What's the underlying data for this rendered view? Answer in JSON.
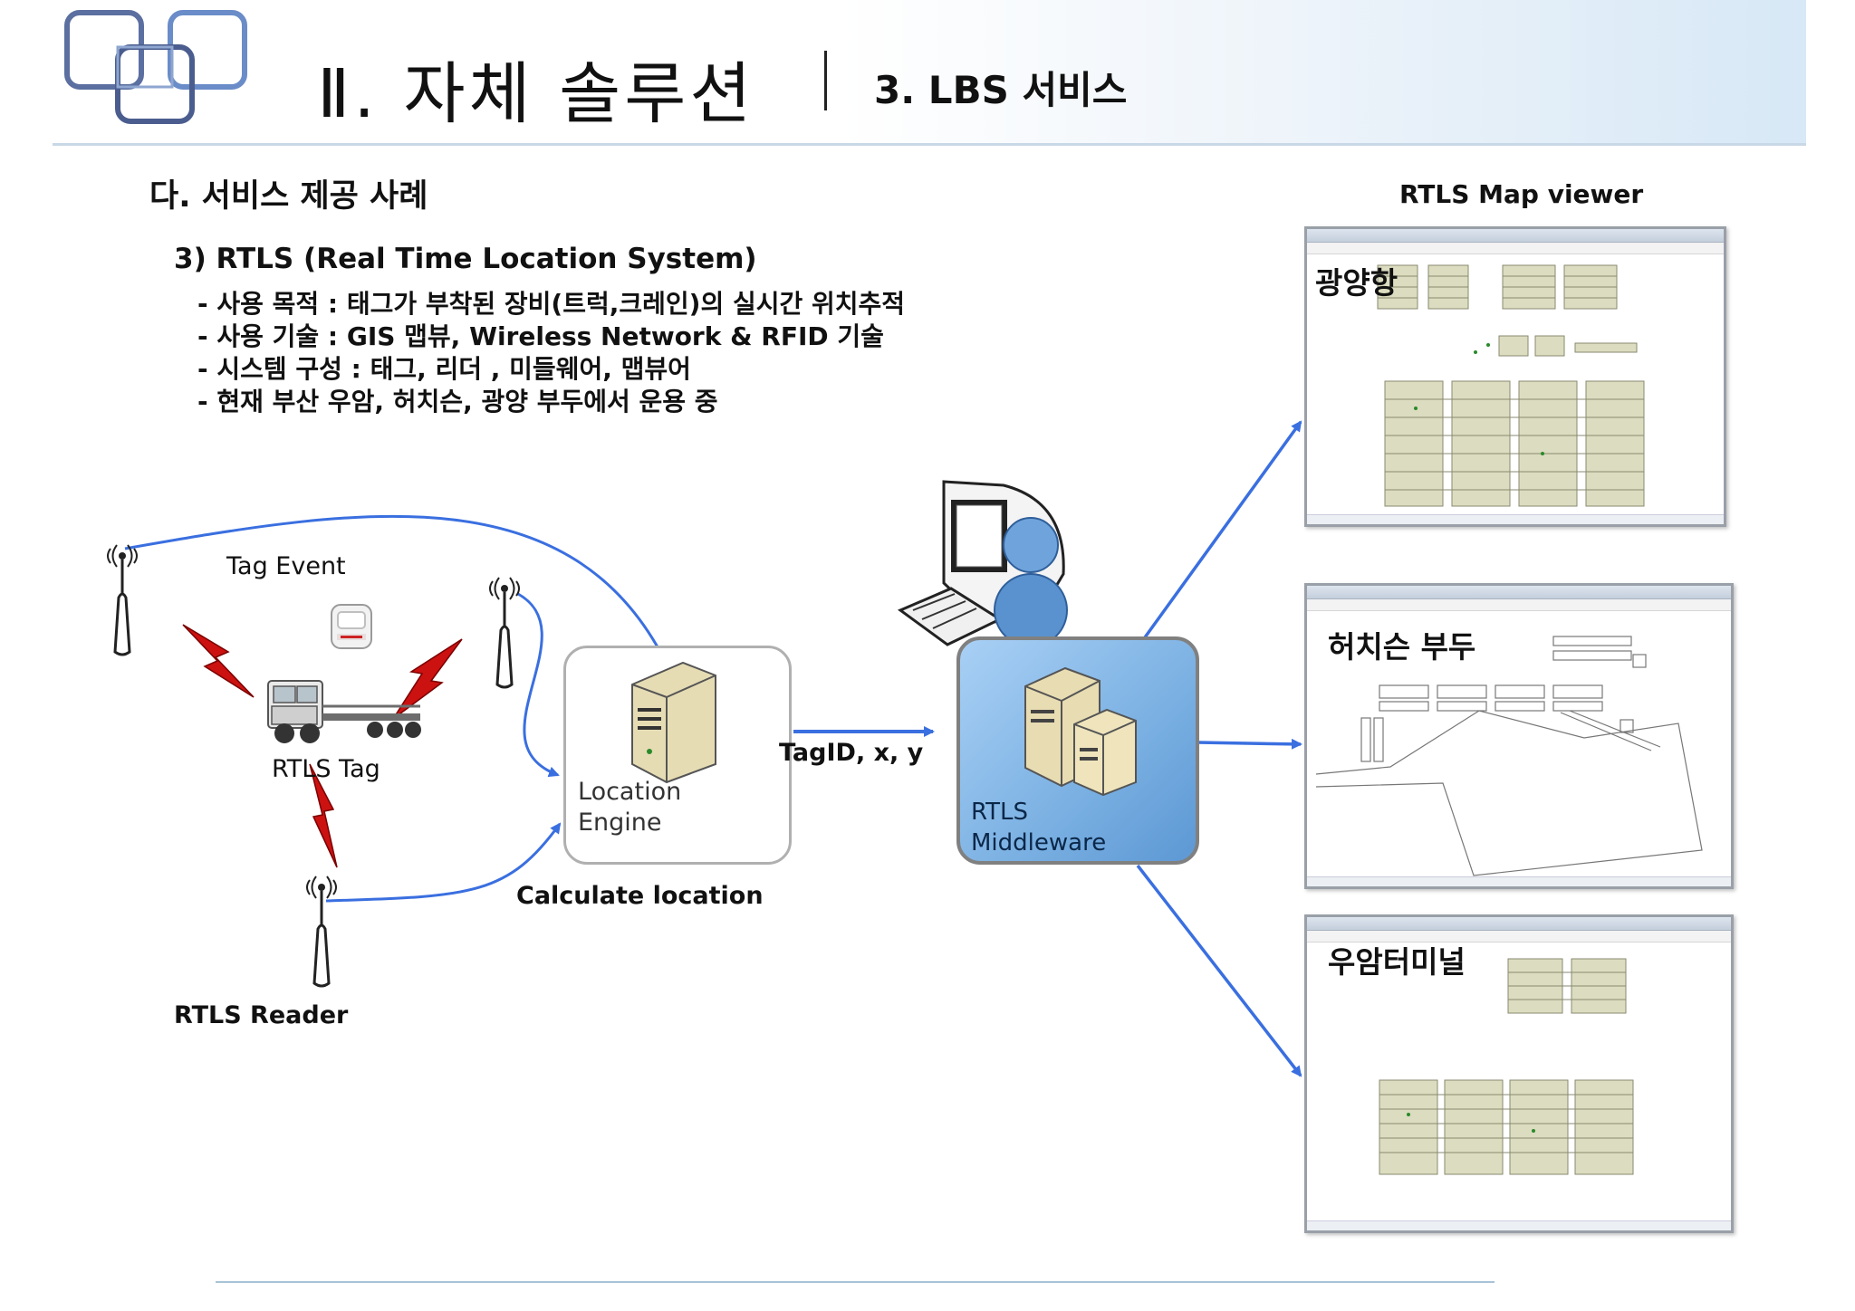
{
  "header": {
    "title": "Ⅱ. 자체 솔루션",
    "subtitle": "3. LBS 서비스"
  },
  "section_title": "다. 서비스 제공 사례",
  "item_title": "3) RTLS (Real Time Location System)",
  "bullets": [
    "- 사용 목적 : 태그가 부착된 장비(트럭,크레인)의 실시간 위치추적",
    "- 사용 기술 : GIS 맵뷰, Wireless Network & RFID 기술",
    "- 시스템 구성 : 태그, 리더 , 미들웨어, 맵뷰어",
    "- 현재 부산 우암, 허치슨, 광양 부두에서 운용 중"
  ],
  "diagram": {
    "tag_event": "Tag Event",
    "rtls_tag": "RTLS Tag",
    "rtls_reader": "RTLS Reader",
    "location_engine": [
      "Location",
      "Engine"
    ],
    "calculate_location": "Calculate location",
    "tagid_xy": "TagID, x, y",
    "middleware": [
      "RTLS",
      "Middleware"
    ],
    "map_viewer_title": "RTLS   Map viewer",
    "maps": [
      "광양항",
      "허치슨 부두",
      "우암터미널"
    ]
  },
  "colors": {
    "arrow": "#3a6fe0",
    "lightning": "#cc1111",
    "middleware_fill": "#7ab0e2",
    "yard_block": "#dcdcc0"
  }
}
